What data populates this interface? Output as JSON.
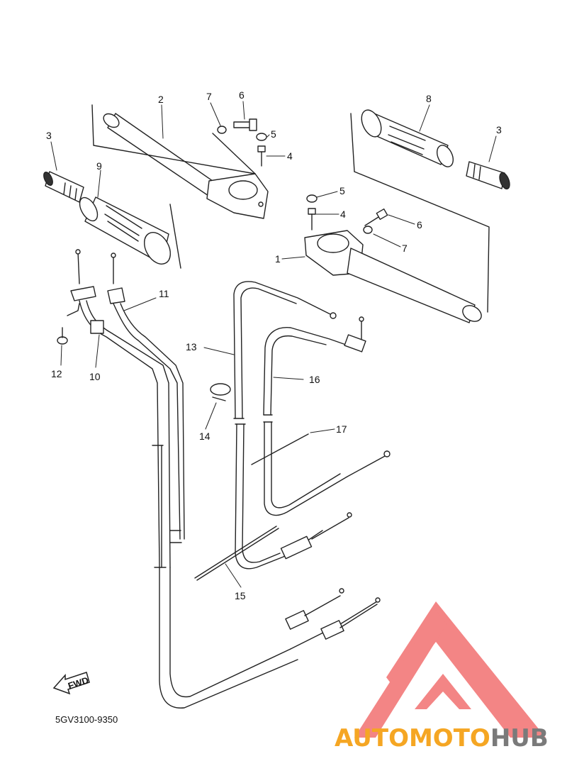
{
  "part_labels": [
    {
      "id": "p1",
      "text": "1"
    },
    {
      "id": "p2",
      "text": "2"
    },
    {
      "id": "p3a",
      "text": "3"
    },
    {
      "id": "p3b",
      "text": "3"
    },
    {
      "id": "p4a",
      "text": "4"
    },
    {
      "id": "p4b",
      "text": "4"
    },
    {
      "id": "p5a",
      "text": "5"
    },
    {
      "id": "p5b",
      "text": "5"
    },
    {
      "id": "p6a",
      "text": "6"
    },
    {
      "id": "p6b",
      "text": "6"
    },
    {
      "id": "p7a",
      "text": "7"
    },
    {
      "id": "p7b",
      "text": "7"
    },
    {
      "id": "p8",
      "text": "8"
    },
    {
      "id": "p9",
      "text": "9"
    },
    {
      "id": "p10",
      "text": "10"
    },
    {
      "id": "p11",
      "text": "11"
    },
    {
      "id": "p12",
      "text": "12"
    },
    {
      "id": "p13",
      "text": "13"
    },
    {
      "id": "p14",
      "text": "14"
    },
    {
      "id": "p15",
      "text": "15"
    },
    {
      "id": "p16",
      "text": "16"
    },
    {
      "id": "p17",
      "text": "17"
    }
  ],
  "fwd_arrow_label": "FWD",
  "diagram_code": "5GV3100-9350",
  "watermark": {
    "text_orange": "AUTOMOTO",
    "text_gray": "HUB",
    "color_orange": "#F5A623",
    "color_gray": "#7A7A7A",
    "color_logo": "#F27070"
  }
}
